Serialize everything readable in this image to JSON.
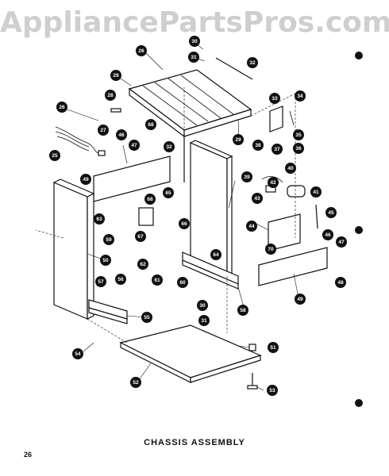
{
  "watermark": "AppliancePartsPros.com",
  "caption": "CHASSIS ASSEMBLY",
  "page_number": "26",
  "callouts": [
    {
      "id": "c26",
      "label": "26"
    },
    {
      "id": "c30a",
      "label": "30"
    },
    {
      "id": "c31a",
      "label": "31"
    },
    {
      "id": "c32a",
      "label": "32"
    },
    {
      "id": "c29a",
      "label": "29"
    },
    {
      "id": "c28",
      "label": "28"
    },
    {
      "id": "c33",
      "label": "33"
    },
    {
      "id": "c34",
      "label": "34"
    },
    {
      "id": "c26b",
      "label": "26"
    },
    {
      "id": "c27",
      "label": "27"
    },
    {
      "id": "c68a",
      "label": "68"
    },
    {
      "id": "c29b",
      "label": "29"
    },
    {
      "id": "c38",
      "label": "38"
    },
    {
      "id": "c37",
      "label": "37"
    },
    {
      "id": "c35",
      "label": "35"
    },
    {
      "id": "c36",
      "label": "36"
    },
    {
      "id": "c25",
      "label": "25"
    },
    {
      "id": "c46a",
      "label": "46"
    },
    {
      "id": "c47a",
      "label": "47"
    },
    {
      "id": "c32b",
      "label": "32"
    },
    {
      "id": "c40",
      "label": "40"
    },
    {
      "id": "c39",
      "label": "39"
    },
    {
      "id": "c49a",
      "label": "49"
    },
    {
      "id": "c42",
      "label": "42"
    },
    {
      "id": "c41",
      "label": "41"
    },
    {
      "id": "c43",
      "label": "43"
    },
    {
      "id": "c68b",
      "label": "68"
    },
    {
      "id": "c65",
      "label": "65"
    },
    {
      "id": "c63",
      "label": "63"
    },
    {
      "id": "c66",
      "label": "66"
    },
    {
      "id": "c45",
      "label": "45"
    },
    {
      "id": "c44",
      "label": "44"
    },
    {
      "id": "c67",
      "label": "67"
    },
    {
      "id": "c59",
      "label": "59"
    },
    {
      "id": "c46b",
      "label": "46"
    },
    {
      "id": "c47b",
      "label": "47"
    },
    {
      "id": "c70",
      "label": "70"
    },
    {
      "id": "c64",
      "label": "64"
    },
    {
      "id": "c50",
      "label": "50"
    },
    {
      "id": "c62",
      "label": "62"
    },
    {
      "id": "c48",
      "label": "48"
    },
    {
      "id": "c61",
      "label": "61"
    },
    {
      "id": "c60",
      "label": "60"
    },
    {
      "id": "c57",
      "label": "57"
    },
    {
      "id": "c56",
      "label": "56"
    },
    {
      "id": "c49b",
      "label": "49"
    },
    {
      "id": "c58",
      "label": "58"
    },
    {
      "id": "c30b",
      "label": "30"
    },
    {
      "id": "c55",
      "label": "55"
    },
    {
      "id": "c31b",
      "label": "31"
    },
    {
      "id": "c54",
      "label": "54"
    },
    {
      "id": "c51",
      "label": "51"
    },
    {
      "id": "c52",
      "label": "52"
    },
    {
      "id": "c53",
      "label": "53"
    }
  ]
}
